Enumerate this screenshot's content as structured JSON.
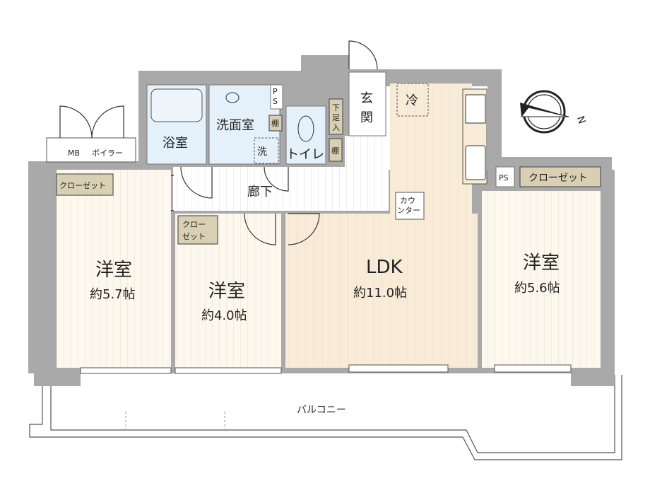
{
  "rooms": {
    "bedroom_west": {
      "name": "洋室",
      "size": "約5.7帖"
    },
    "bedroom_center": {
      "name": "洋室",
      "size": "約4.0帖"
    },
    "ldk": {
      "name": "LDK",
      "size": "約11.0帖"
    },
    "bedroom_east": {
      "name": "洋室",
      "size": "約5.6帖"
    }
  },
  "labels": {
    "bath": "浴室",
    "washroom": "洗面室",
    "washer": "洗",
    "toilet": "トイレ",
    "entrance_1": "玄",
    "entrance_2": "関",
    "shoe_1": "下",
    "shoe_2": "足",
    "shoe_3": "入",
    "fridge": "冷",
    "hallway": "廊下",
    "counter_1": "カウ",
    "counter_2": "ンター",
    "shelf_1": "棚",
    "shelf_2": "棚",
    "ps_1_a": "P",
    "ps_1_b": "S",
    "ps_2": "PS",
    "mb": "MB",
    "boiler": "ボイラー",
    "closet_west": "クローゼット",
    "closet_center_1": "クロー",
    "closet_center_2": "ゼット",
    "closet_east": "クローゼット",
    "balcony": "バルコニー",
    "north": "N"
  }
}
